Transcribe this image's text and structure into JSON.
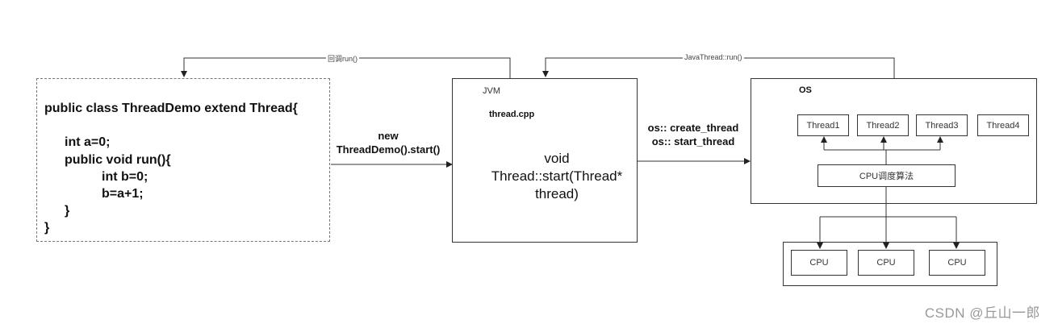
{
  "code": {
    "lines": [
      "public class ThreadDemo extend Thread{",
      "int a=0;",
      "public void run(){",
      "int b=0;",
      "b=a+1;",
      "}",
      "}"
    ]
  },
  "edges": {
    "callback_run": "回调run()",
    "javathread_run": "JavaThread::run()",
    "new_start_line1": "new",
    "new_start_line2": "ThreadDemo().start()",
    "os_create": "os:: create_thread",
    "os_start": "os:: start_thread"
  },
  "jvm": {
    "title": "JVM",
    "file": "thread.cpp",
    "method_line1": "void",
    "method_line2": "Thread::start(Thread*",
    "method_line3": "thread)"
  },
  "os": {
    "title": "OS",
    "threads": [
      "Thread1",
      "Thread2",
      "Thread3",
      "Thread4"
    ],
    "scheduler": "CPU调度算法"
  },
  "cpus": [
    "CPU",
    "CPU",
    "CPU"
  ],
  "watermark": "CSDN @丘山一郎"
}
